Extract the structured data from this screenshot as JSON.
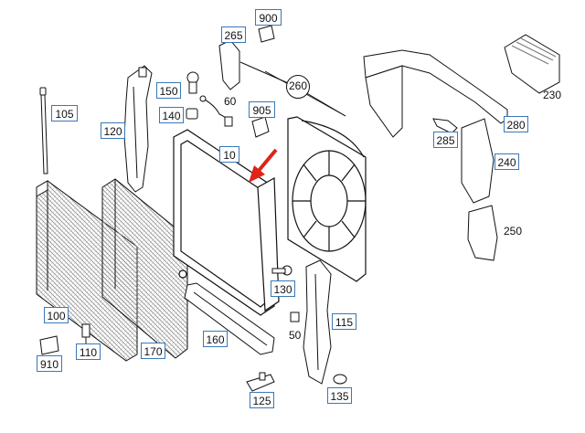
{
  "colors": {
    "label_border": "#3a78b8",
    "line": "#111111",
    "part_fill": "#ffffff",
    "grille": "#9a9a9a",
    "arrow": "#e02418"
  },
  "labels": {
    "l900": "900",
    "l265": "265",
    "l260": "260",
    "l150": "150",
    "l60": "60",
    "l140": "140",
    "l905": "905",
    "l105": "105",
    "l120": "120",
    "l10": "10",
    "l230": "230",
    "l280": "280",
    "l285": "285",
    "l240": "240",
    "l250": "250",
    "l130": "130",
    "l100": "100",
    "l115": "115",
    "l50": "50",
    "l110": "110",
    "l170": "170",
    "l160": "160",
    "l910": "910",
    "l125": "125",
    "l135": "135"
  },
  "icons": {
    "arrow": "red-pointer-arrow"
  }
}
